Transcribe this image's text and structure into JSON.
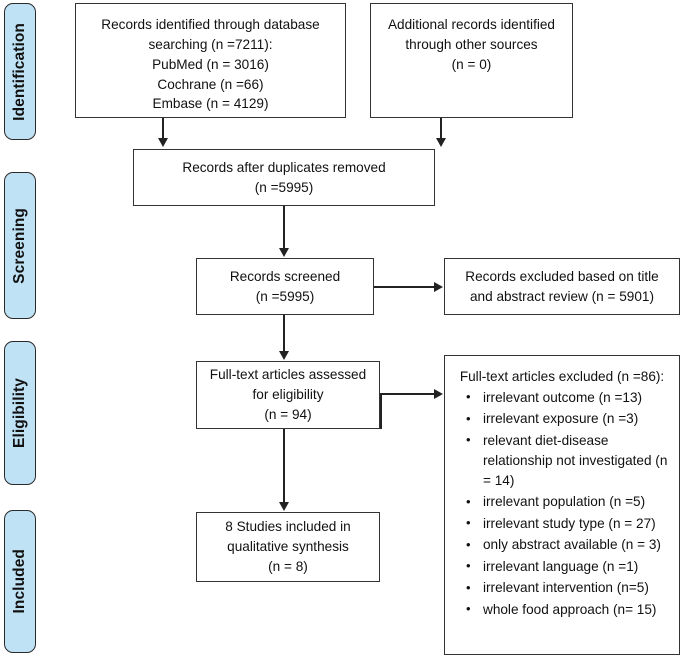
{
  "diagram": {
    "type": "prisma-flow-diagram",
    "stages": [
      {
        "key": "identification",
        "label": "Identification"
      },
      {
        "key": "screening",
        "label": "Screening"
      },
      {
        "key": "eligibility",
        "label": "Eligibility"
      },
      {
        "key": "included",
        "label": "Included"
      }
    ],
    "nodes": {
      "db_search": {
        "text": "Records identified through database\nsearching (n =7211):\nPubMed (n = 3016)\nCochrane (n =66)\nEmbase (n = 4129)"
      },
      "other_sources": {
        "text": "Additional records identified\nthrough other sources\n(n = 0)"
      },
      "duplicates_removed": {
        "text": "Records after duplicates removed\n(n =5995)"
      },
      "records_screened": {
        "text": "Records screened\n(n =5995)"
      },
      "records_excluded": {
        "text": "Records excluded based on title\nand abstract review (n = 5901)"
      },
      "fulltext_assessed": {
        "text": "Full-text articles assessed\nfor eligibility\n(n = 94)"
      },
      "fulltext_excluded": {
        "title": "Full-text articles excluded (n =86):",
        "reasons": [
          "irrelevant outcome (n =13)",
          "irrelevant exposure (n =3)",
          "relevant diet-disease relationship not investigated (n = 14)",
          "irrelevant population (n =5)",
          "irrelevant study type (n = 27)",
          "only abstract available (n = 3)",
          "irrelevant language (n =1)",
          "irrelevant intervention (n=5)",
          "whole food approach (n= 15)"
        ]
      },
      "studies_included": {
        "text": "8 Studies included in\nqualitative synthesis\n(n = 8)"
      }
    },
    "colors": {
      "stage_tab_fill": "#BFE2F5",
      "stage_tab_border": "#2a2a2a",
      "node_border": "#333333",
      "connector": "#222222",
      "text": "#111111",
      "background": "#ffffff"
    }
  }
}
